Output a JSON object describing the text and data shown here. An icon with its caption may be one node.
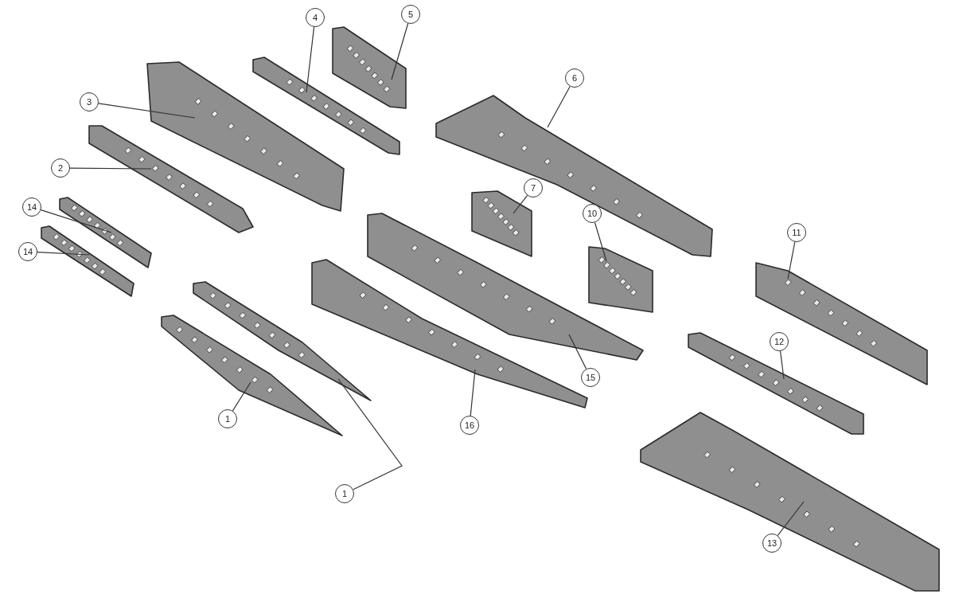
{
  "diagram": {
    "nodes": [
      {
        "text": [],
        "shape": "picture"
      },
      {
        "text": [],
        "shape": "picture"
      },
      {
        "text": [],
        "shape": "picture"
      },
      {
        "text": [],
        "shape": "picture"
      },
      {
        "text": [],
        "shape": "picture"
      },
      {
        "text": [],
        "shape": "picture"
      },
      {
        "text": [],
        "shape": "picture"
      },
      {
        "text": [],
        "shape": "picture"
      },
      {
        "text": [],
        "shape": "picture"
      },
      {
        "text": [],
        "shape": "picture"
      },
      {
        "text": [],
        "shape": "picture"
      },
      {
        "text": [],
        "shape": "picture"
      },
      {
        "text": [],
        "shape": "picture"
      },
      {
        "text": [],
        "shape": "picture"
      },
      {
        "text": [],
        "shape": "picture"
      },
      {
        "text": [],
        "shape": "picture"
      },
      {
        "text": [
          "4"
        ]
      },
      {
        "text": [
          "5"
        ]
      },
      {
        "text": [
          "6"
        ]
      },
      {
        "text": [
          "3"
        ]
      },
      {
        "text": [
          "2"
        ]
      },
      {
        "text": [
          "14"
        ]
      },
      {
        "text": [
          "14"
        ]
      },
      {
        "text": [
          "7"
        ]
      },
      {
        "text": [
          "10"
        ]
      },
      {
        "text": [
          "11"
        ]
      },
      {
        "text": [
          "12"
        ]
      },
      {
        "text": [
          "15"
        ]
      },
      {
        "text": [
          "16"
        ]
      },
      {
        "text": [
          "1"
        ]
      },
      {
        "text": [
          "1"
        ]
      },
      {
        "text": [
          "13"
        ]
      }
    ],
    "edges": [
      {
        "from": 16,
        "to": 0,
        "arrow": "none"
      },
      {
        "from": 17,
        "to": 1,
        "arrow": "none"
      },
      {
        "from": 18,
        "to": 2,
        "arrow": "none"
      },
      {
        "from": 19,
        "to": 3,
        "arrow": "none"
      },
      {
        "from": 20,
        "to": 4,
        "arrow": "none"
      },
      {
        "from": 21,
        "to": 5,
        "arrow": "none"
      },
      {
        "from": 22,
        "to": 6,
        "arrow": "none"
      },
      {
        "from": 23,
        "to": 7,
        "arrow": "none"
      },
      {
        "from": 24,
        "to": 8,
        "arrow": "none"
      },
      {
        "from": 25,
        "to": 9,
        "arrow": "none"
      },
      {
        "from": 26,
        "to": 10,
        "arrow": "none"
      },
      {
        "from": 27,
        "to": 11,
        "arrow": "none"
      },
      {
        "from": 28,
        "to": 12,
        "arrow": "none"
      },
      {
        "from": 29,
        "to": 13,
        "arrow": "none"
      },
      {
        "from": 30,
        "to": 14,
        "arrow": "none"
      },
      {
        "from": 31,
        "to": 15,
        "arrow": "none"
      }
    ]
  }
}
